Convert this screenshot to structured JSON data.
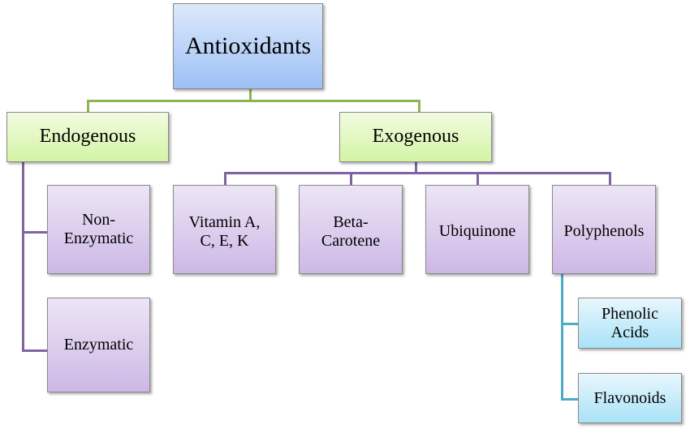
{
  "root": "Antioxidants",
  "categories": {
    "endogenous": "Endogenous",
    "exogenous": "Exogenous"
  },
  "endogenous_children": [
    "Non-\nEnzymatic",
    "Enzymatic"
  ],
  "exogenous_children": [
    "Vitamin A,\nC, E, K",
    "Beta-\nCarotene",
    "Ubiquinone",
    "Polyphenols"
  ],
  "polyphenol_children": [
    "Phenolic\nAcids",
    "Flavonoids"
  ],
  "colors": {
    "root": "#9dc0f5",
    "category": "#d3f4a5",
    "leaf": "#cdb8e6",
    "sub": "#a9e2f7",
    "green_line": "#8db552",
    "purple_line": "#8064a2",
    "teal_line": "#4bacc6"
  }
}
